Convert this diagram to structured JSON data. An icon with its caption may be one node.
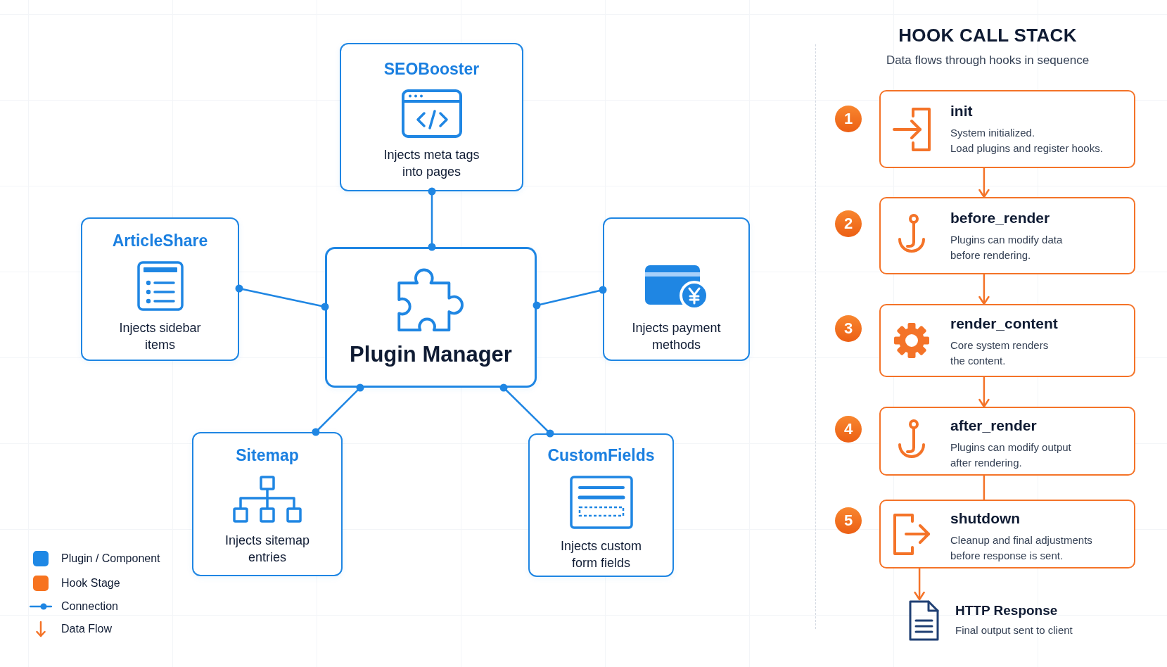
{
  "diagram": {
    "nodes": [
      {
        "text": [
          "SEOBooster",
          "Injects meta tags into pages"
        ]
      },
      {
        "text": [
          "ArticleShare",
          "Injects sidebar items"
        ]
      },
      {
        "text": [
          "Plugin Manager"
        ]
      },
      {
        "text": [
          "Injects payment methods"
        ]
      },
      {
        "text": [
          "Sitemap",
          "Injects sitemap entries"
        ]
      },
      {
        "text": [
          "CustomFields",
          "Injects custom form fields"
        ]
      },
      {
        "text": [
          "1"
        ]
      },
      {
        "text": [
          "init",
          "System initialized.",
          "Load plugins and register hooks."
        ]
      },
      {
        "text": [
          "2"
        ]
      },
      {
        "text": [
          "before_render",
          "Plugins can modify data before rendering."
        ]
      },
      {
        "text": [
          "3"
        ]
      },
      {
        "text": [
          "render_content",
          "Core system renders the content."
        ]
      },
      {
        "text": [
          "4"
        ]
      },
      {
        "text": [
          "after_render",
          "Plugins can modify output after rendering."
        ]
      },
      {
        "text": [
          "5"
        ]
      },
      {
        "text": [
          "shutdown",
          "Cleanup and final adjustments before response is sent."
        ]
      },
      {
        "text": [
          "HTTP Response",
          "Final output sent to client"
        ]
      }
    ],
    "edges": [
      {
        "from": 2,
        "to": 0,
        "arrow": "other",
        "color": "#1f86e3"
      },
      {
        "from": 2,
        "to": 1,
        "arrow": "other",
        "color": "#1f86e3"
      },
      {
        "from": 2,
        "to": 3,
        "arrow": "other",
        "color": "#1f86e3"
      },
      {
        "from": 2,
        "to": 4,
        "arrow": "other",
        "color": "#1f86e3"
      },
      {
        "from": 2,
        "to": 5,
        "arrow": "other",
        "color": "#1f86e3"
      },
      {
        "from": 7,
        "to": 9,
        "arrow": "to",
        "color": "#f47328"
      },
      {
        "from": 9,
        "to": 11,
        "arrow": "to",
        "color": "#f47328"
      },
      {
        "from": 11,
        "to": 13,
        "arrow": "to",
        "color": "#f47328"
      },
      {
        "from": 13,
        "to": 15,
        "arrow": "none",
        "color": "#f47328"
      },
      {
        "from": 15,
        "to": 16,
        "arrow": "to",
        "color": "#f47328"
      }
    ],
    "labels": [
      "HOOK CALL STACK",
      "Data flows through hooks in sequence"
    ],
    "legend": [
      {
        "text": "Plugin / Component",
        "color": "#1e88e5"
      },
      {
        "text": "Hook Stage",
        "color": "#f7731f"
      },
      {
        "text": "Connection"
      },
      {
        "text": "Data Flow"
      }
    ]
  }
}
